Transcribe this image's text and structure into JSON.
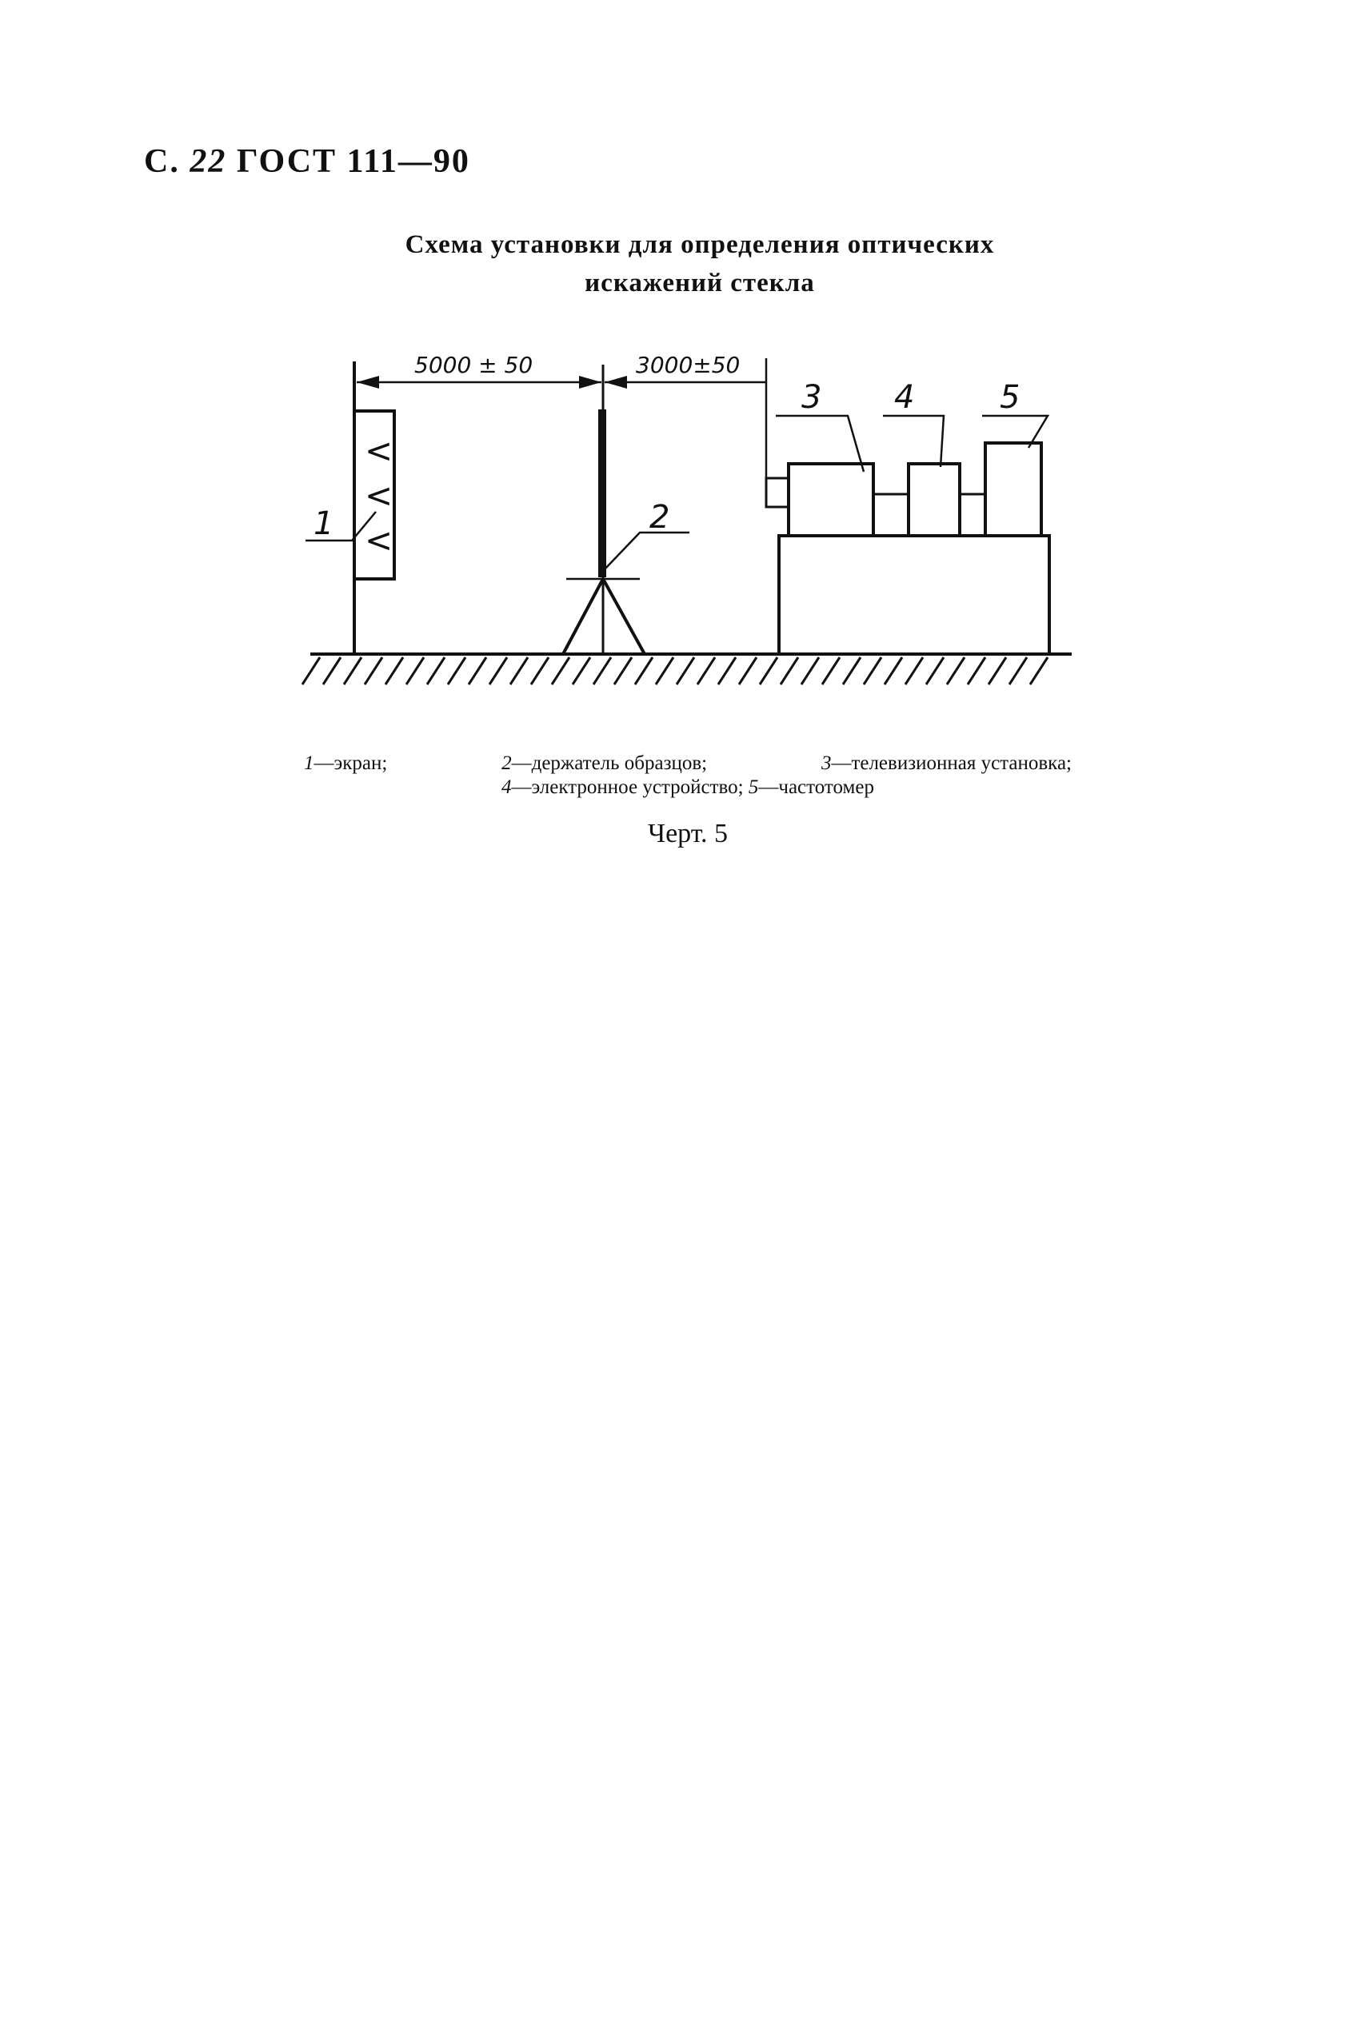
{
  "header": {
    "prefix": "С.",
    "page": "22",
    "standard": "ГОСТ 111—90"
  },
  "title": {
    "line1": "Схема установки для определения оптических",
    "line2": "искажений стекла"
  },
  "diagram": {
    "dim_screen_holder": "5000 ± 50",
    "dim_holder_tv": "3000±50",
    "labels": [
      "1",
      "2",
      "3",
      "4",
      "5"
    ],
    "screen_marks": [
      "<",
      "<",
      "<"
    ]
  },
  "legend": {
    "items": [
      {
        "num": "1",
        "text": "—экран;"
      },
      {
        "num": "2",
        "text": "—держатель образцов;"
      },
      {
        "num": "3",
        "text": "—телевизионная установка;"
      },
      {
        "num": "4",
        "text": "—электронное устройство;"
      },
      {
        "num": "5",
        "text": "—частотомер"
      }
    ]
  },
  "drawing_number": "Черт. 5"
}
